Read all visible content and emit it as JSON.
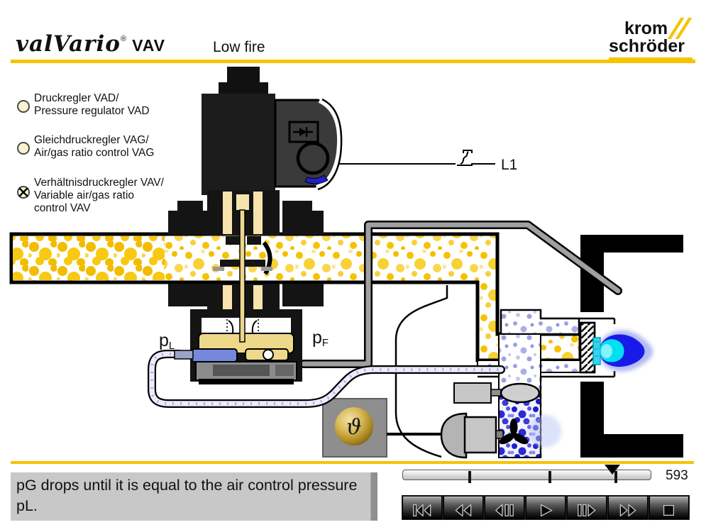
{
  "header": {
    "brand_script": "valVario",
    "brand_reg": "®",
    "brand_model": "VAV",
    "page_title": "Low fire"
  },
  "logo": {
    "line1": "krom",
    "line2": "schröder"
  },
  "legend": {
    "items": [
      {
        "line1": "Druckregler VAD/",
        "line2": "Pressure regulator VAD",
        "selected": false
      },
      {
        "line1": "Gleichdruckregler VAG/",
        "line2": "Air/gas ratio control VAG",
        "selected": false
      },
      {
        "line1": "Verhältnisdruckregler VAV/",
        "line2": "Variable air/gas ratio",
        "line3": "control VAV",
        "selected": true
      }
    ]
  },
  "diagram": {
    "labels": {
      "p": "p",
      "sub_air": "L",
      "sub_furnace": "F",
      "limit_switch": "L1",
      "thermostat_symbol": "ϑ"
    },
    "colors": {
      "gas_yellow": "#F5C200",
      "gas_pale": "#F9DC78",
      "air_blue": "#9BA2DF",
      "air_dense_blue": "#1C1CCE",
      "flame_blue": "#1A1AE8",
      "flame_core_cyan": "#00E0F2",
      "accent_yellow": "#F5C400"
    }
  },
  "caption": {
    "text": "pG drops until it is equal to the air control pressure pL."
  },
  "player": {
    "frame_number": "593",
    "buttons": [
      "skip-to-start",
      "rewind",
      "step-back",
      "play",
      "step-forward",
      "fast-forward",
      "stop"
    ]
  }
}
